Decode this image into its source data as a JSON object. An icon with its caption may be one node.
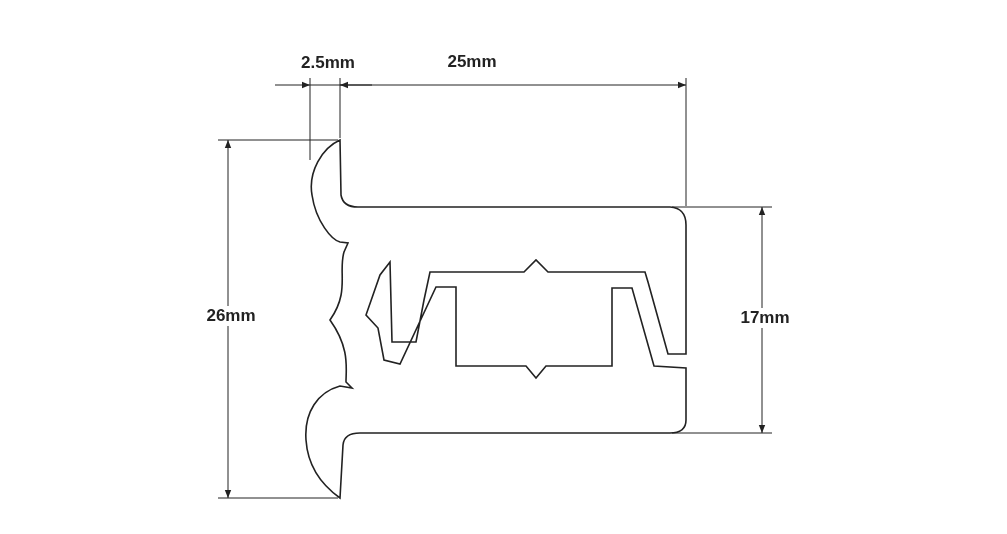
{
  "diagram": {
    "labels": [
      "2.5mm",
      "25mm",
      "26mm",
      "17mm"
    ]
  }
}
